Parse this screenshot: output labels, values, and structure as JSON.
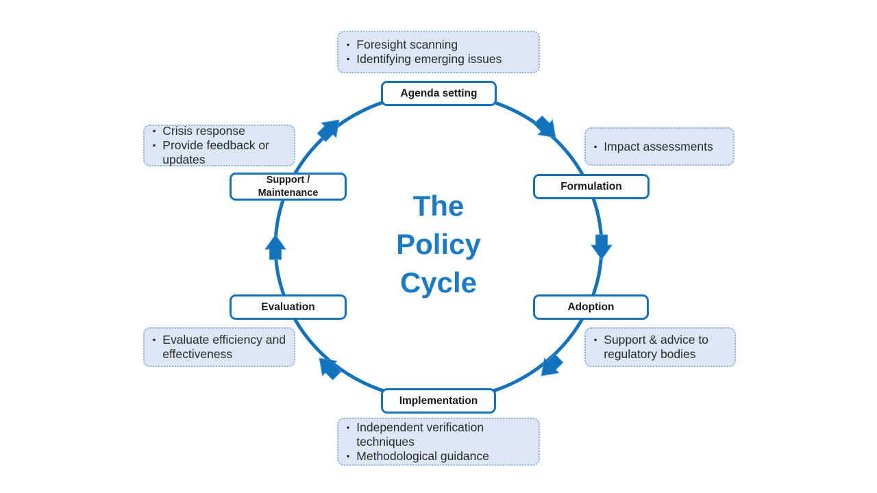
{
  "bullet_char": "▪",
  "title": {
    "lines": [
      "The",
      "Policy",
      "Cycle"
    ]
  },
  "colors": {
    "cycle_blue": "#1272bc",
    "title_blue": "#1b7ac4",
    "note_fill": "#dce6f4",
    "note_border": "#93b1da",
    "label_text": "#1a1a1a"
  },
  "stages": [
    {
      "label": "Agenda setting"
    },
    {
      "label": "Formulation"
    },
    {
      "label": "Adoption"
    },
    {
      "label": "Implementation"
    },
    {
      "label": "Evaluation"
    },
    {
      "label_line1": "Support /",
      "label_line2": "Maintenance"
    }
  ],
  "notes": [
    {
      "items": [
        "Foresight scanning",
        "Identifying emerging issues"
      ]
    },
    {
      "items": [
        "Impact assessments"
      ]
    },
    {
      "items": [
        "Support & advice to regulatory bodies"
      ]
    },
    {
      "items": [
        "Independent verification techniques",
        "Methodological guidance"
      ]
    },
    {
      "items": [
        "Evaluate efficiency and effectiveness"
      ]
    },
    {
      "items": [
        "Crisis response",
        "Provide feedback or updates"
      ]
    }
  ]
}
